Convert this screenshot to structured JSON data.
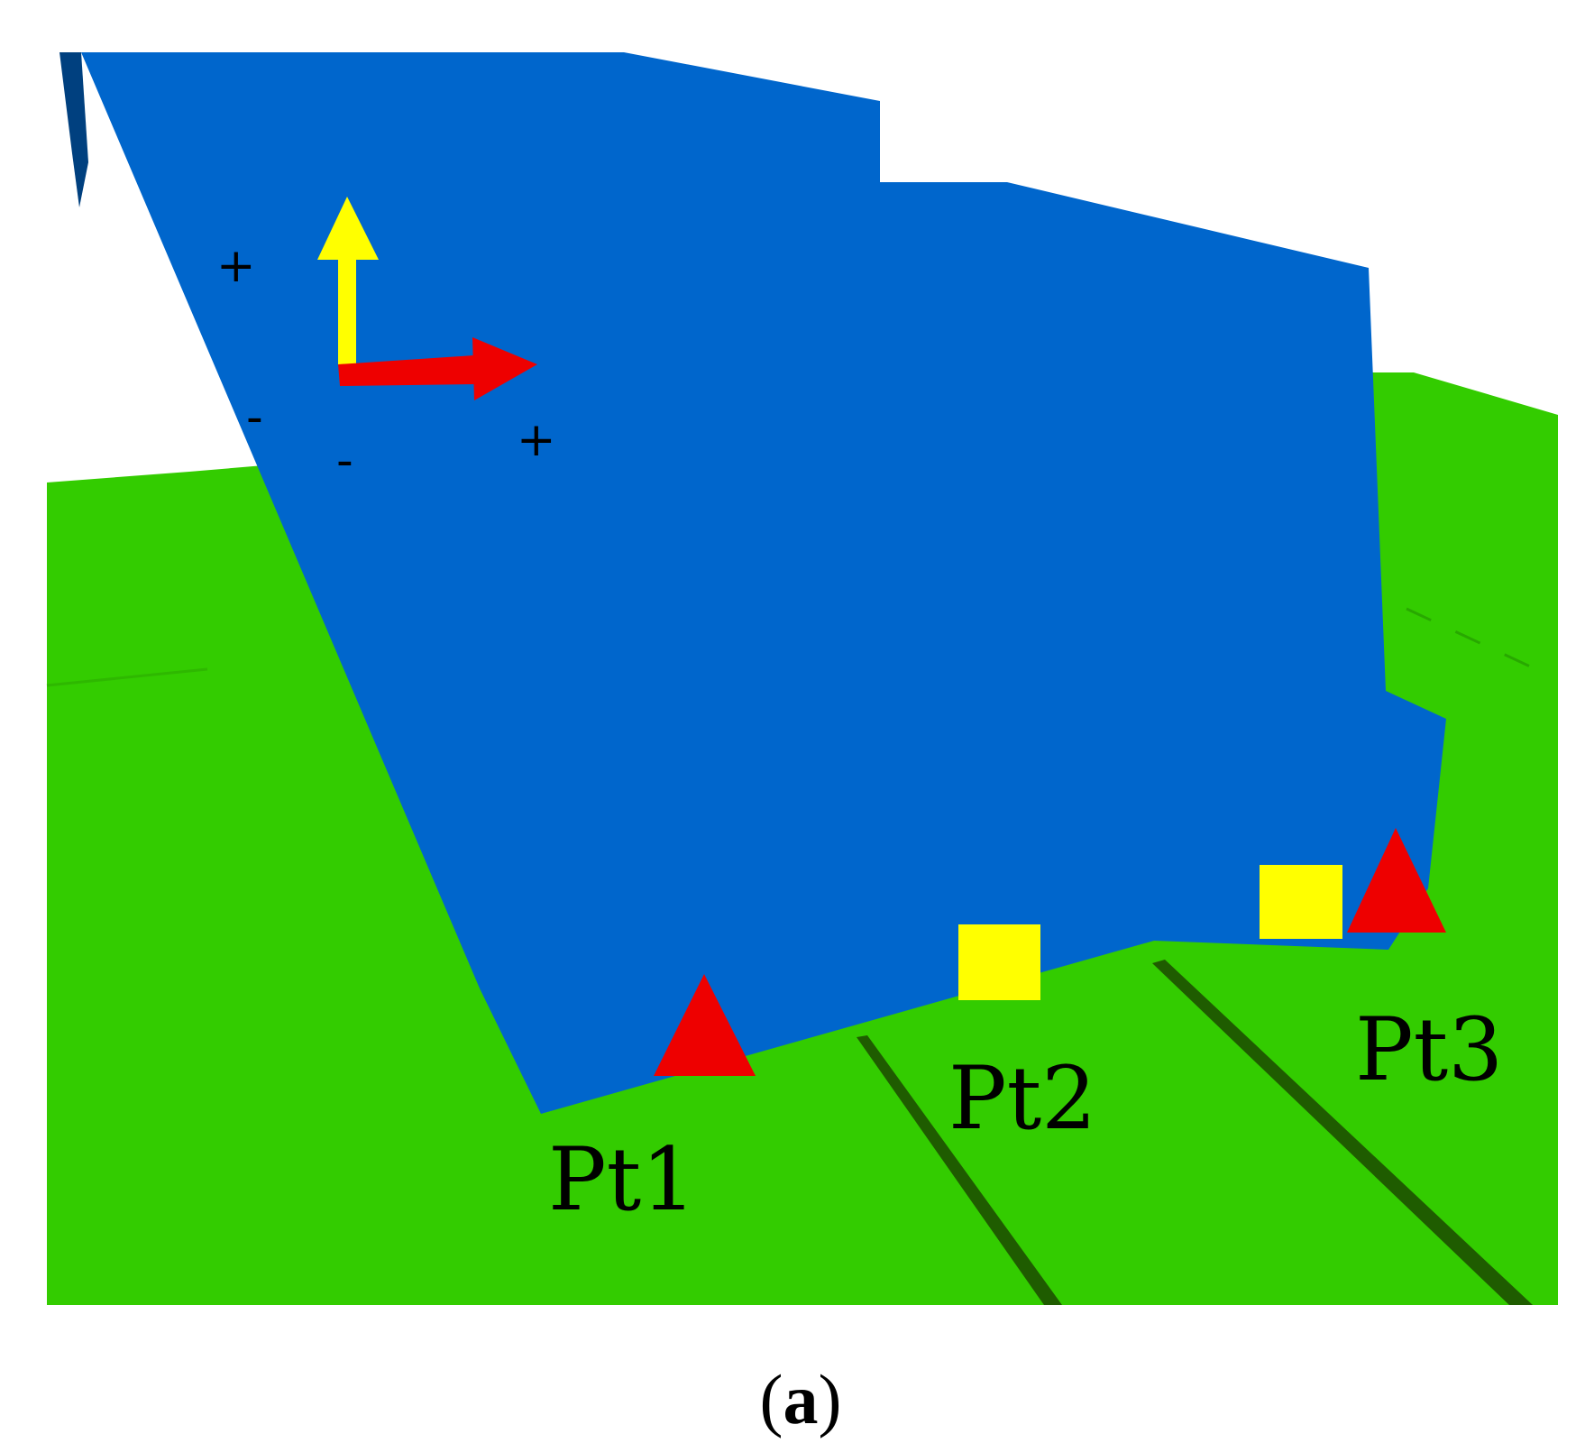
{
  "colors": {
    "ground": "#33cc00",
    "ground_edge": "#1f5c00",
    "wall": "#0066cc",
    "wall_shadow": "#00407f",
    "axis_vertical": "#ffff00",
    "axis_horizontal": "#ee0000",
    "triangle_marker": "#ee0000",
    "square_marker": "#ffff00"
  },
  "icons": {
    "vertical_axis": "yellow-up-arrow",
    "horizontal_axis": "red-right-arrow",
    "triangle": "red-triangle-marker",
    "square": "yellow-square-marker"
  },
  "axis_signs": {
    "vertical_plus": "+",
    "vertical_minus": "-",
    "horizontal_minus": "-",
    "horizontal_plus": "+"
  },
  "points": {
    "pt1": "Pt1",
    "pt2": "Pt2",
    "pt3": "Pt3"
  },
  "caption": {
    "open": "(",
    "letter": "a",
    "close": ")"
  }
}
